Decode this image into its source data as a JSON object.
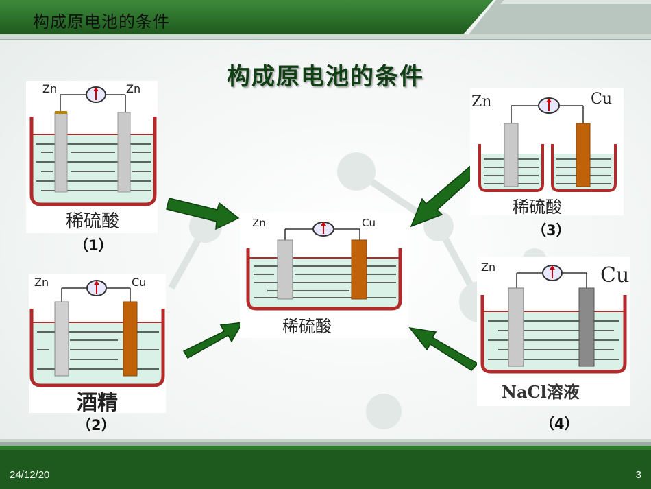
{
  "header": {
    "title": "构成原电池的条件"
  },
  "main": {
    "title": "构成原电池的条件"
  },
  "footer": {
    "date": "24/12/20",
    "page": "3"
  },
  "center": {
    "left_electrode": "Zn",
    "right_electrode": "Cu",
    "solution": "稀硫酸"
  },
  "panel1": {
    "left_electrode": "Zn",
    "right_electrode": "Zn",
    "solution": "稀硫酸",
    "number": "（1）"
  },
  "panel2": {
    "left_electrode": "Zn",
    "right_electrode": "Cu",
    "solution": "酒精",
    "number": "（2）"
  },
  "panel3": {
    "left_electrode": "Zn",
    "right_electrode": "Cu",
    "solution": "稀硫酸",
    "number": "（3）"
  },
  "panel4": {
    "left_electrode": "Zn",
    "right_electrode": "Cu",
    "solution": "NaCl溶液",
    "number": "（4）"
  },
  "colors": {
    "dark_green": "#1e5a1e",
    "arrow_green": "#1b6b1b",
    "copper": "#c0620a",
    "zinc": "#c9c9c9",
    "beaker": "#b22a2a",
    "liquid": "#d8f0e6"
  }
}
